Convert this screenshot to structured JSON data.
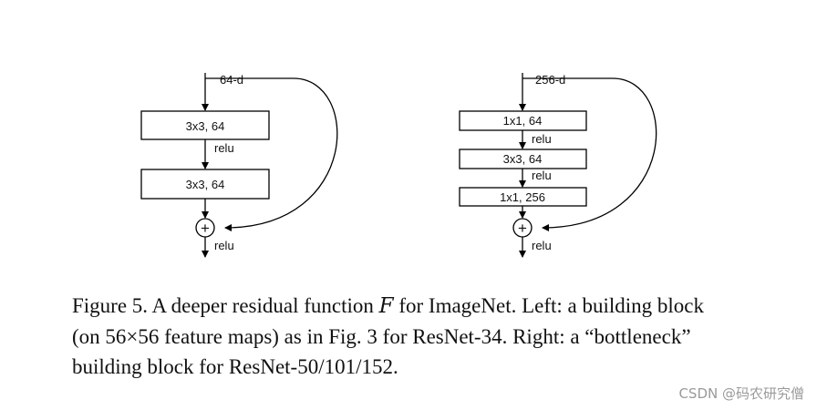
{
  "left_block": {
    "input_label": "64-d",
    "layers": [
      "3x3, 64",
      "3x3, 64"
    ],
    "inner_activations": [
      "relu"
    ],
    "output_activation": "relu"
  },
  "right_block": {
    "input_label": "256-d",
    "layers": [
      "1x1, 64",
      "3x3, 64",
      "1x1, 256"
    ],
    "inner_activations": [
      "relu",
      "relu"
    ],
    "output_activation": "relu"
  },
  "add_symbol": "+",
  "caption": {
    "part1": "Figure 5. A deeper residual function ",
    "symbol": "F",
    "part2": " for ImageNet.  Left: a building block (on 56×56 feature maps) as in Fig. 3 for ResNet-34. Right: a “bottleneck” building block for ResNet-50/101/152."
  },
  "watermark": "CSDN @码农研究僧"
}
